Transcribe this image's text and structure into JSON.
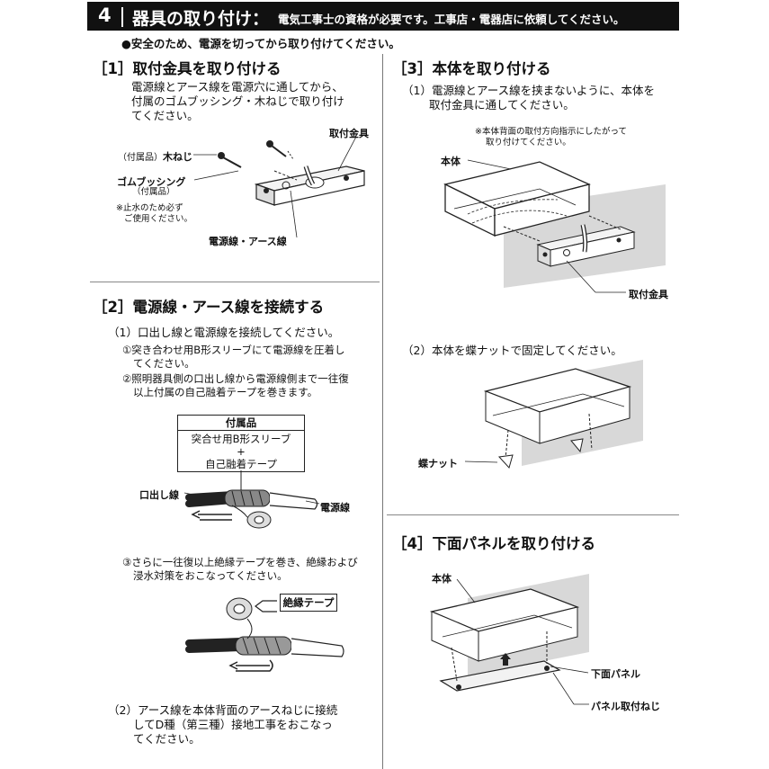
{
  "header": {
    "number": "4",
    "title": "器具の取り付け：",
    "subtitle": "電気工事士の資格が必要です。工事店・電器店に依頼してください。"
  },
  "safety_notice": "●安全のため、電源を切ってから取り付けてください。",
  "section1": {
    "heading": "［1］取付金具を取り付ける",
    "text": [
      "電源線とアース線を電源穴に通してから、",
      "付属のゴムブッシング・木ねじで取り付け",
      "てください。"
    ],
    "labels": {
      "bracket": "取付金具",
      "screw_prefix": "（付属品）",
      "screw": "木ねじ",
      "bushing": "ゴムブッシング",
      "bushing_note": "（付属品）",
      "water_note": [
        "※止水のため必ず",
        "ご使用ください。"
      ],
      "wires": "電源線・アース線"
    }
  },
  "section2": {
    "heading": "［2］電源線・アース線を接続する",
    "step1": "（1）口出し線と電源線を接続してください。",
    "sub1": [
      "①突き合わせ用B形スリーブにて電源線を圧着し",
      "てください。"
    ],
    "sub2": [
      "②照明器具側の口出し線から電源線側まで一往復",
      "以上付属の自己融着テープを巻きます。"
    ],
    "accessory_box": {
      "title": "付属品",
      "lines": [
        "突合せ用B形スリーブ",
        "+",
        "自己融着テープ"
      ]
    },
    "lead_wire": "口出し線",
    "power_wire": "電源線",
    "sub3": [
      "③さらに一往復以上絶縁テープを巻き、絶縁および",
      "浸水対策をおこなってください。"
    ],
    "insulation_tape": "絶縁テープ",
    "step2": [
      "（2）アース線を本体背面のアースねじに接続",
      "してD種（第三種）接地工事をおこなっ",
      "てください。"
    ]
  },
  "section3": {
    "heading": "［3］本体を取り付ける",
    "step1": [
      "（1）電源線とアース線を挟まないように、本体を",
      "取付金具に通してください。"
    ],
    "note": [
      "※本体背面の取付方向指示にしたがって",
      "取り付けてください。"
    ],
    "body_label": "本体",
    "bracket_label": "取付金具",
    "step2": "（2）本体を蝶ナットで固定してください。",
    "wingnut_label": "蝶ナット"
  },
  "section4": {
    "heading": "［4］下面パネルを取り付ける",
    "body_label": "本体",
    "panel_label": "下面パネル",
    "screw_label": "パネル取付ねじ"
  }
}
